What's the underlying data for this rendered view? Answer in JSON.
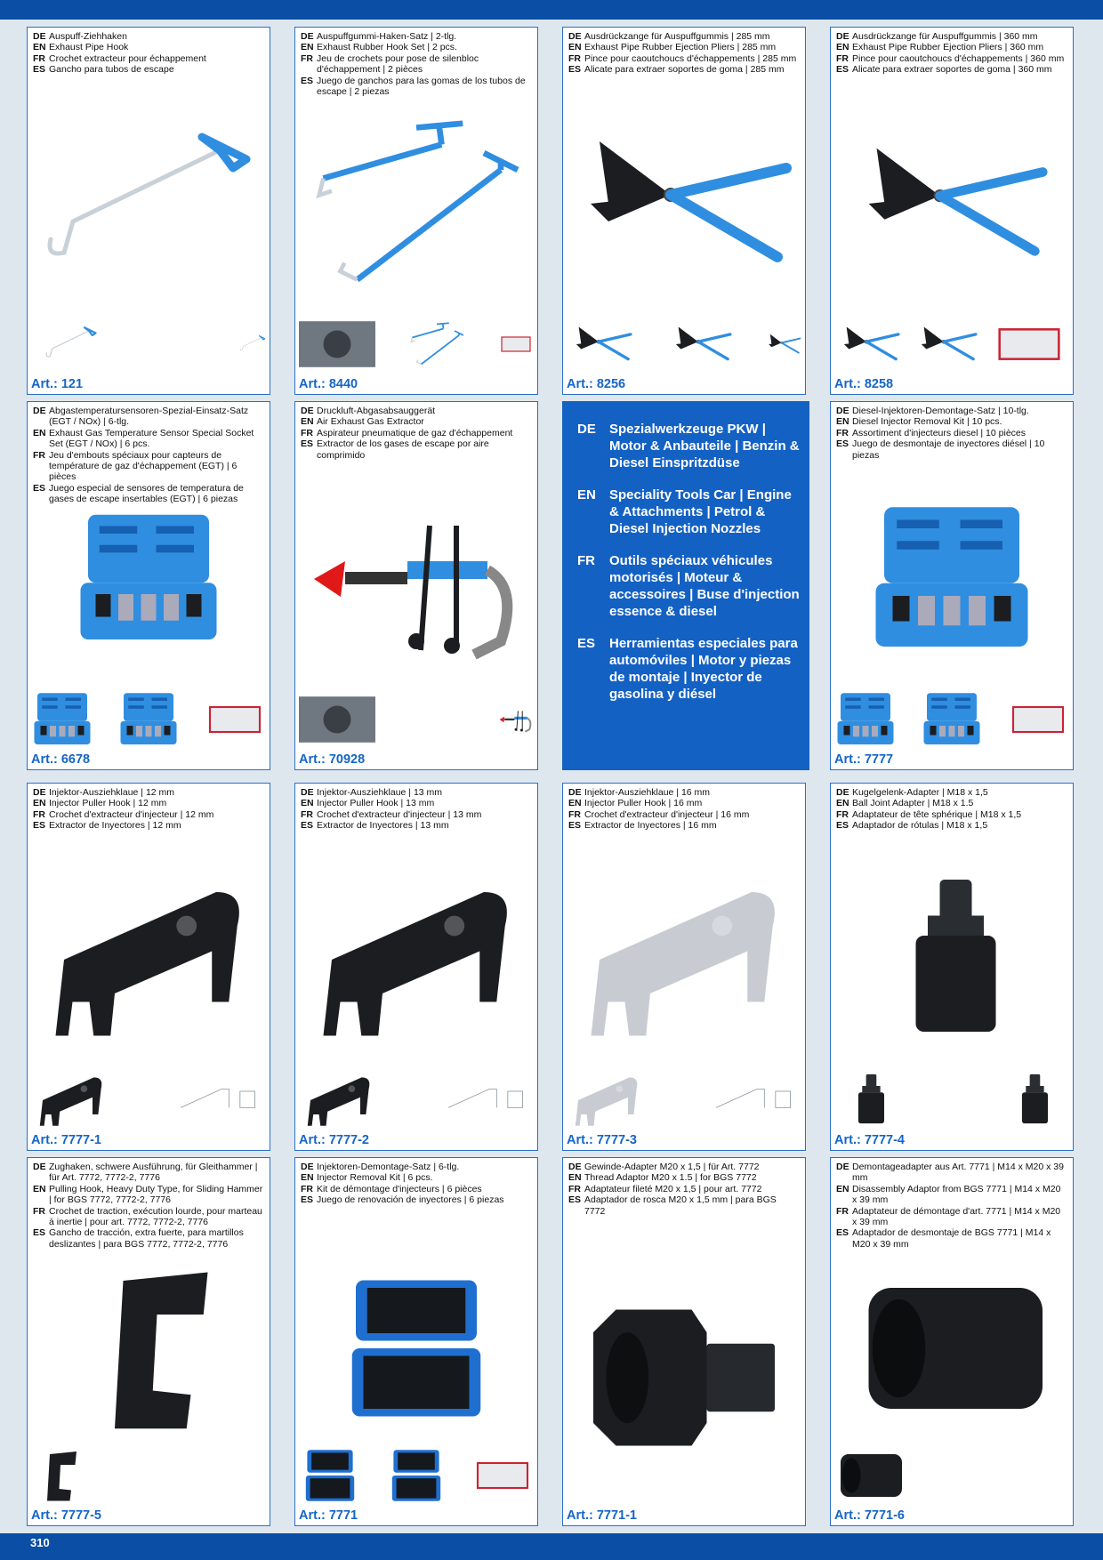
{
  "page": {
    "number": "310"
  },
  "products": [
    {
      "lines": [
        [
          "DE",
          "Auspuff-Ziehhaken"
        ],
        [
          "EN",
          "Exhaust Pipe Hook"
        ],
        [
          "FR",
          "Crochet extracteur pour échappement"
        ],
        [
          "ES",
          "Gancho para tubos de escape"
        ]
      ],
      "art": "Art.: 121"
    },
    {
      "lines": [
        [
          "DE",
          "Auspuffgummi-Haken-Satz | 2-tlg."
        ],
        [
          "EN",
          "Exhaust Rubber Hook Set | 2 pcs."
        ],
        [
          "FR",
          "Jeu de crochets pour pose de silenbloc d'échappement | 2 pièces"
        ],
        [
          "ES",
          "Juego de ganchos para las gomas de los tubos de escape | 2 piezas"
        ]
      ],
      "art": "Art.: 8440"
    },
    {
      "lines": [
        [
          "DE",
          "Ausdrückzange für Auspuffgummis | 285 mm"
        ],
        [
          "EN",
          "Exhaust Pipe Rubber Ejection Pliers | 285 mm"
        ],
        [
          "FR",
          "Pince pour caoutchoucs d'échappements | 285 mm"
        ],
        [
          "ES",
          "Alicate para extraer soportes de goma | 285 mm"
        ]
      ],
      "art": "Art.: 8256"
    },
    {
      "lines": [
        [
          "DE",
          "Ausdrückzange für Auspuffgummis | 360 mm"
        ],
        [
          "EN",
          "Exhaust Pipe Rubber Ejection Pliers | 360 mm"
        ],
        [
          "FR",
          "Pince pour caoutchoucs d'échappements | 360 mm"
        ],
        [
          "ES",
          "Alicate para extraer soportes de goma | 360 mm"
        ]
      ],
      "art": "Art.: 8258"
    },
    {
      "lines": [
        [
          "DE",
          "Abgastemperatursensoren-Spezial-Einsatz-Satz (EGT / NOx) | 6-tlg."
        ],
        [
          "EN",
          "Exhaust Gas Temperature Sensor Special Socket Set (EGT / NOx) | 6 pcs."
        ],
        [
          "FR",
          "Jeu d'embouts spéciaux pour capteurs de température de gaz d'échappement (EGT) | 6 pièces"
        ],
        [
          "ES",
          "Juego especial de sensores de temperatura de gases de escape insertables (EGT) | 6 piezas"
        ]
      ],
      "art": "Art.: 6678"
    },
    {
      "lines": [
        [
          "DE",
          "Druckluft-Abgasabsauggerät"
        ],
        [
          "EN",
          "Air Exhaust Gas Extractor"
        ],
        [
          "FR",
          "Aspirateur pneumatique de gaz d'échappement"
        ],
        [
          "ES",
          "Extractor de los gases de escape por aire comprimido"
        ]
      ],
      "art": "Art.: 70928"
    },
    {
      "lines": [
        [
          "DE",
          "Diesel-Injektoren-Demontage-Satz | 10-tlg."
        ],
        [
          "EN",
          "Diesel Injector Removal Kit | 10 pcs."
        ],
        [
          "FR",
          "Assortiment d'injecteurs diesel | 10 pièces"
        ],
        [
          "ES",
          "Juego de desmontaje de inyectores diésel | 10 piezas"
        ]
      ],
      "art": "Art.: 7777"
    },
    {
      "lines": [
        [
          "DE",
          "Injektor-Ausziehklaue | 12 mm"
        ],
        [
          "EN",
          "Injector Puller Hook | 12 mm"
        ],
        [
          "FR",
          "Crochet d'extracteur d'injecteur | 12 mm"
        ],
        [
          "ES",
          "Extractor de Inyectores | 12 mm"
        ]
      ],
      "art": "Art.: 7777-1"
    },
    {
      "lines": [
        [
          "DE",
          "Injektor-Ausziehklaue | 13 mm"
        ],
        [
          "EN",
          "Injector Puller Hook | 13 mm"
        ],
        [
          "FR",
          "Crochet d'extracteur d'injecteur | 13 mm"
        ],
        [
          "ES",
          "Extractor de Inyectores | 13 mm"
        ]
      ],
      "art": "Art.: 7777-2"
    },
    {
      "lines": [
        [
          "DE",
          "Injektor-Ausziehklaue | 16 mm"
        ],
        [
          "EN",
          "Injector Puller Hook | 16 mm"
        ],
        [
          "FR",
          "Crochet d'extracteur d'injecteur | 16 mm"
        ],
        [
          "ES",
          "Extractor de Inyectores | 16 mm"
        ]
      ],
      "art": "Art.: 7777-3"
    },
    {
      "lines": [
        [
          "DE",
          "Kugelgelenk-Adapter | M18 x 1,5"
        ],
        [
          "EN",
          "Ball Joint Adapter | M18 x 1.5"
        ],
        [
          "FR",
          "Adaptateur de tête sphérique | M18 x 1,5"
        ],
        [
          "ES",
          "Adaptador de rótulas | M18 x 1,5"
        ]
      ],
      "art": "Art.: 7777-4"
    },
    {
      "lines": [
        [
          "DE",
          "Zughaken, schwere Ausführung, für Gleithammer | für Art. 7772, 7772-2, 7776"
        ],
        [
          "EN",
          "Pulling Hook, Heavy Duty Type, for Sliding Hammer | for BGS 7772, 7772-2, 7776"
        ],
        [
          "FR",
          "Crochet de traction, exécution lourde, pour marteau à inertie | pour art. 7772, 7772-2, 7776"
        ],
        [
          "ES",
          "Gancho de tracción, extra fuerte, para martillos deslizantes | para BGS 7772, 7772-2, 7776"
        ]
      ],
      "art": "Art.: 7777-5"
    },
    {
      "lines": [
        [
          "DE",
          "Injektoren-Demontage-Satz | 6-tlg."
        ],
        [
          "EN",
          "Injector Removal Kit | 6 pcs."
        ],
        [
          "FR",
          "Kit de démontage d'injecteurs | 6 pièces"
        ],
        [
          "ES",
          "Juego de renovación de inyectores | 6 piezas"
        ]
      ],
      "art": "Art.: 7771"
    },
    {
      "lines": [
        [
          "DE",
          "Gewinde-Adapter M20 x 1,5 | für Art. 7772"
        ],
        [
          "EN",
          "Thread Adaptor M20 x 1.5 | for BGS 7772"
        ],
        [
          "FR",
          "Adaptateur fileté M20 x 1,5 | pour art. 7772"
        ],
        [
          "ES",
          "Adaptador de rosca M20 x 1,5 mm | para BGS 7772"
        ]
      ],
      "art": "Art.: 7771-1"
    },
    {
      "lines": [
        [
          "DE",
          "Demontageadapter aus Art. 7771 | M14 x M20 x 39 mm"
        ],
        [
          "EN",
          "Disassembly Adaptor from BGS 7771 | M14 x M20 x 39 mm"
        ],
        [
          "FR",
          "Adaptateur de démontage d'art. 7771 | M14 x M20 x 39 mm"
        ],
        [
          "ES",
          "Adaptador de desmontaje de BGS 7771 | M14 x M20 x 39 mm"
        ]
      ],
      "art": "Art.: 7771-6"
    }
  ],
  "category_box": {
    "items": [
      [
        "DE",
        "Spezialwerkzeuge PKW | Motor & Anbauteile | Benzin & Diesel Einspritzdüse"
      ],
      [
        "EN",
        "Speciality Tools Car | Engine & Attachments | Petrol & Diesel Injection Nozzles"
      ],
      [
        "FR",
        "Outils spéciaux véhicules motorisés | Moteur & accessoires | Buse d'injection essence & diesel"
      ],
      [
        "ES",
        "Herramientas especiales para automóviles | Motor y piezas de montaje | Inyector de gasolina y diésel"
      ]
    ]
  },
  "colors": {
    "brand_blue": "#0a4ea6",
    "accent_blue": "#1565c8",
    "tool_blue": "#2f8ee0",
    "tool_black": "#1b1d20"
  }
}
